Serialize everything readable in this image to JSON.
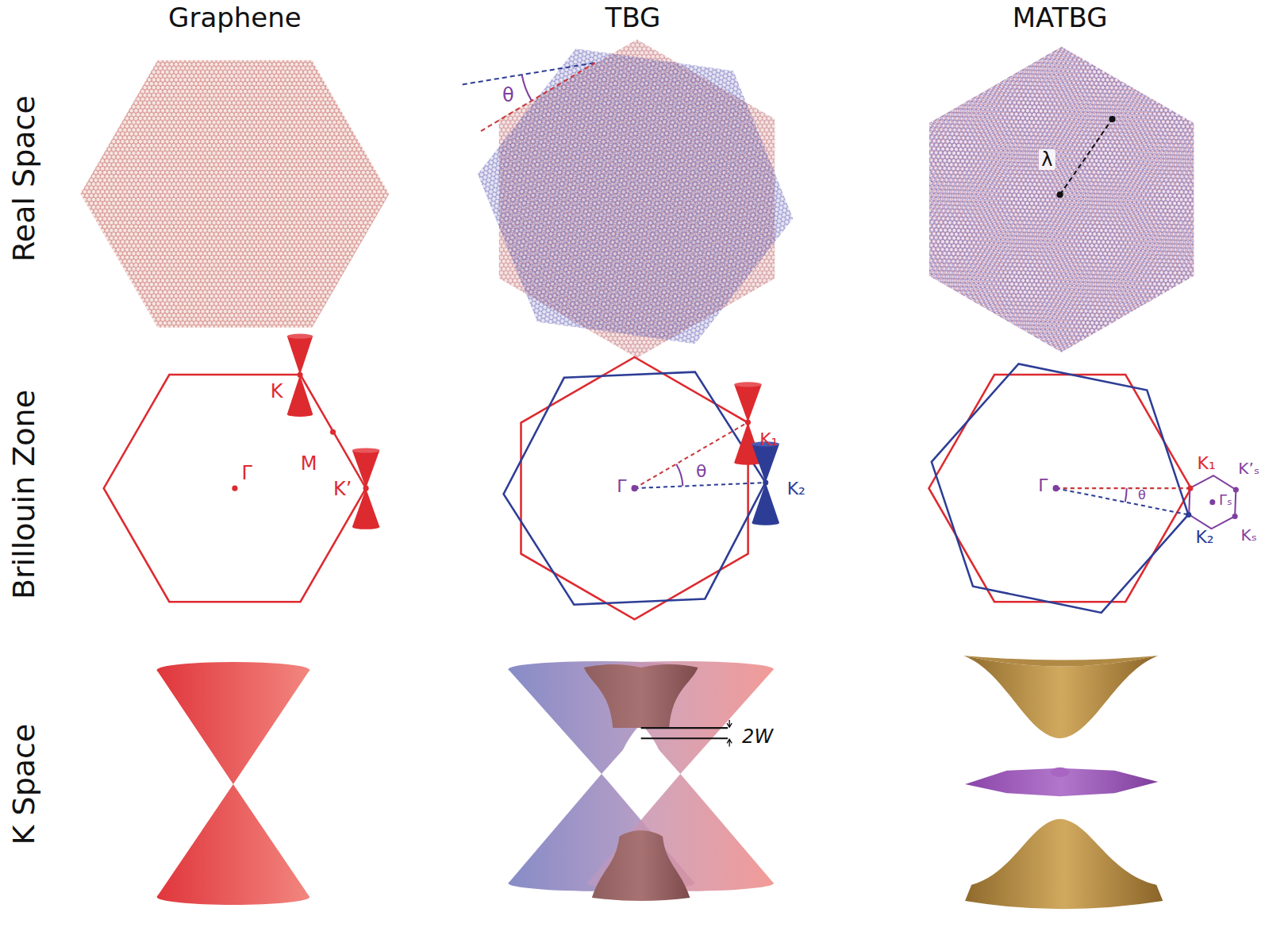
{
  "diagram": {
    "labels": [
      "Graphene",
      "TBG",
      "MATBG",
      "Real Space",
      "Brillouin Zone",
      "K Space",
      "θ",
      "λ",
      "K",
      "M",
      "Γ",
      "K’",
      "K₁",
      "Γ",
      "θ",
      "K₂",
      "Γ",
      "θ",
      "K₁",
      "K₂",
      "Γₛ",
      "K’ₛ",
      "Kₛ",
      "2W"
    ]
  }
}
